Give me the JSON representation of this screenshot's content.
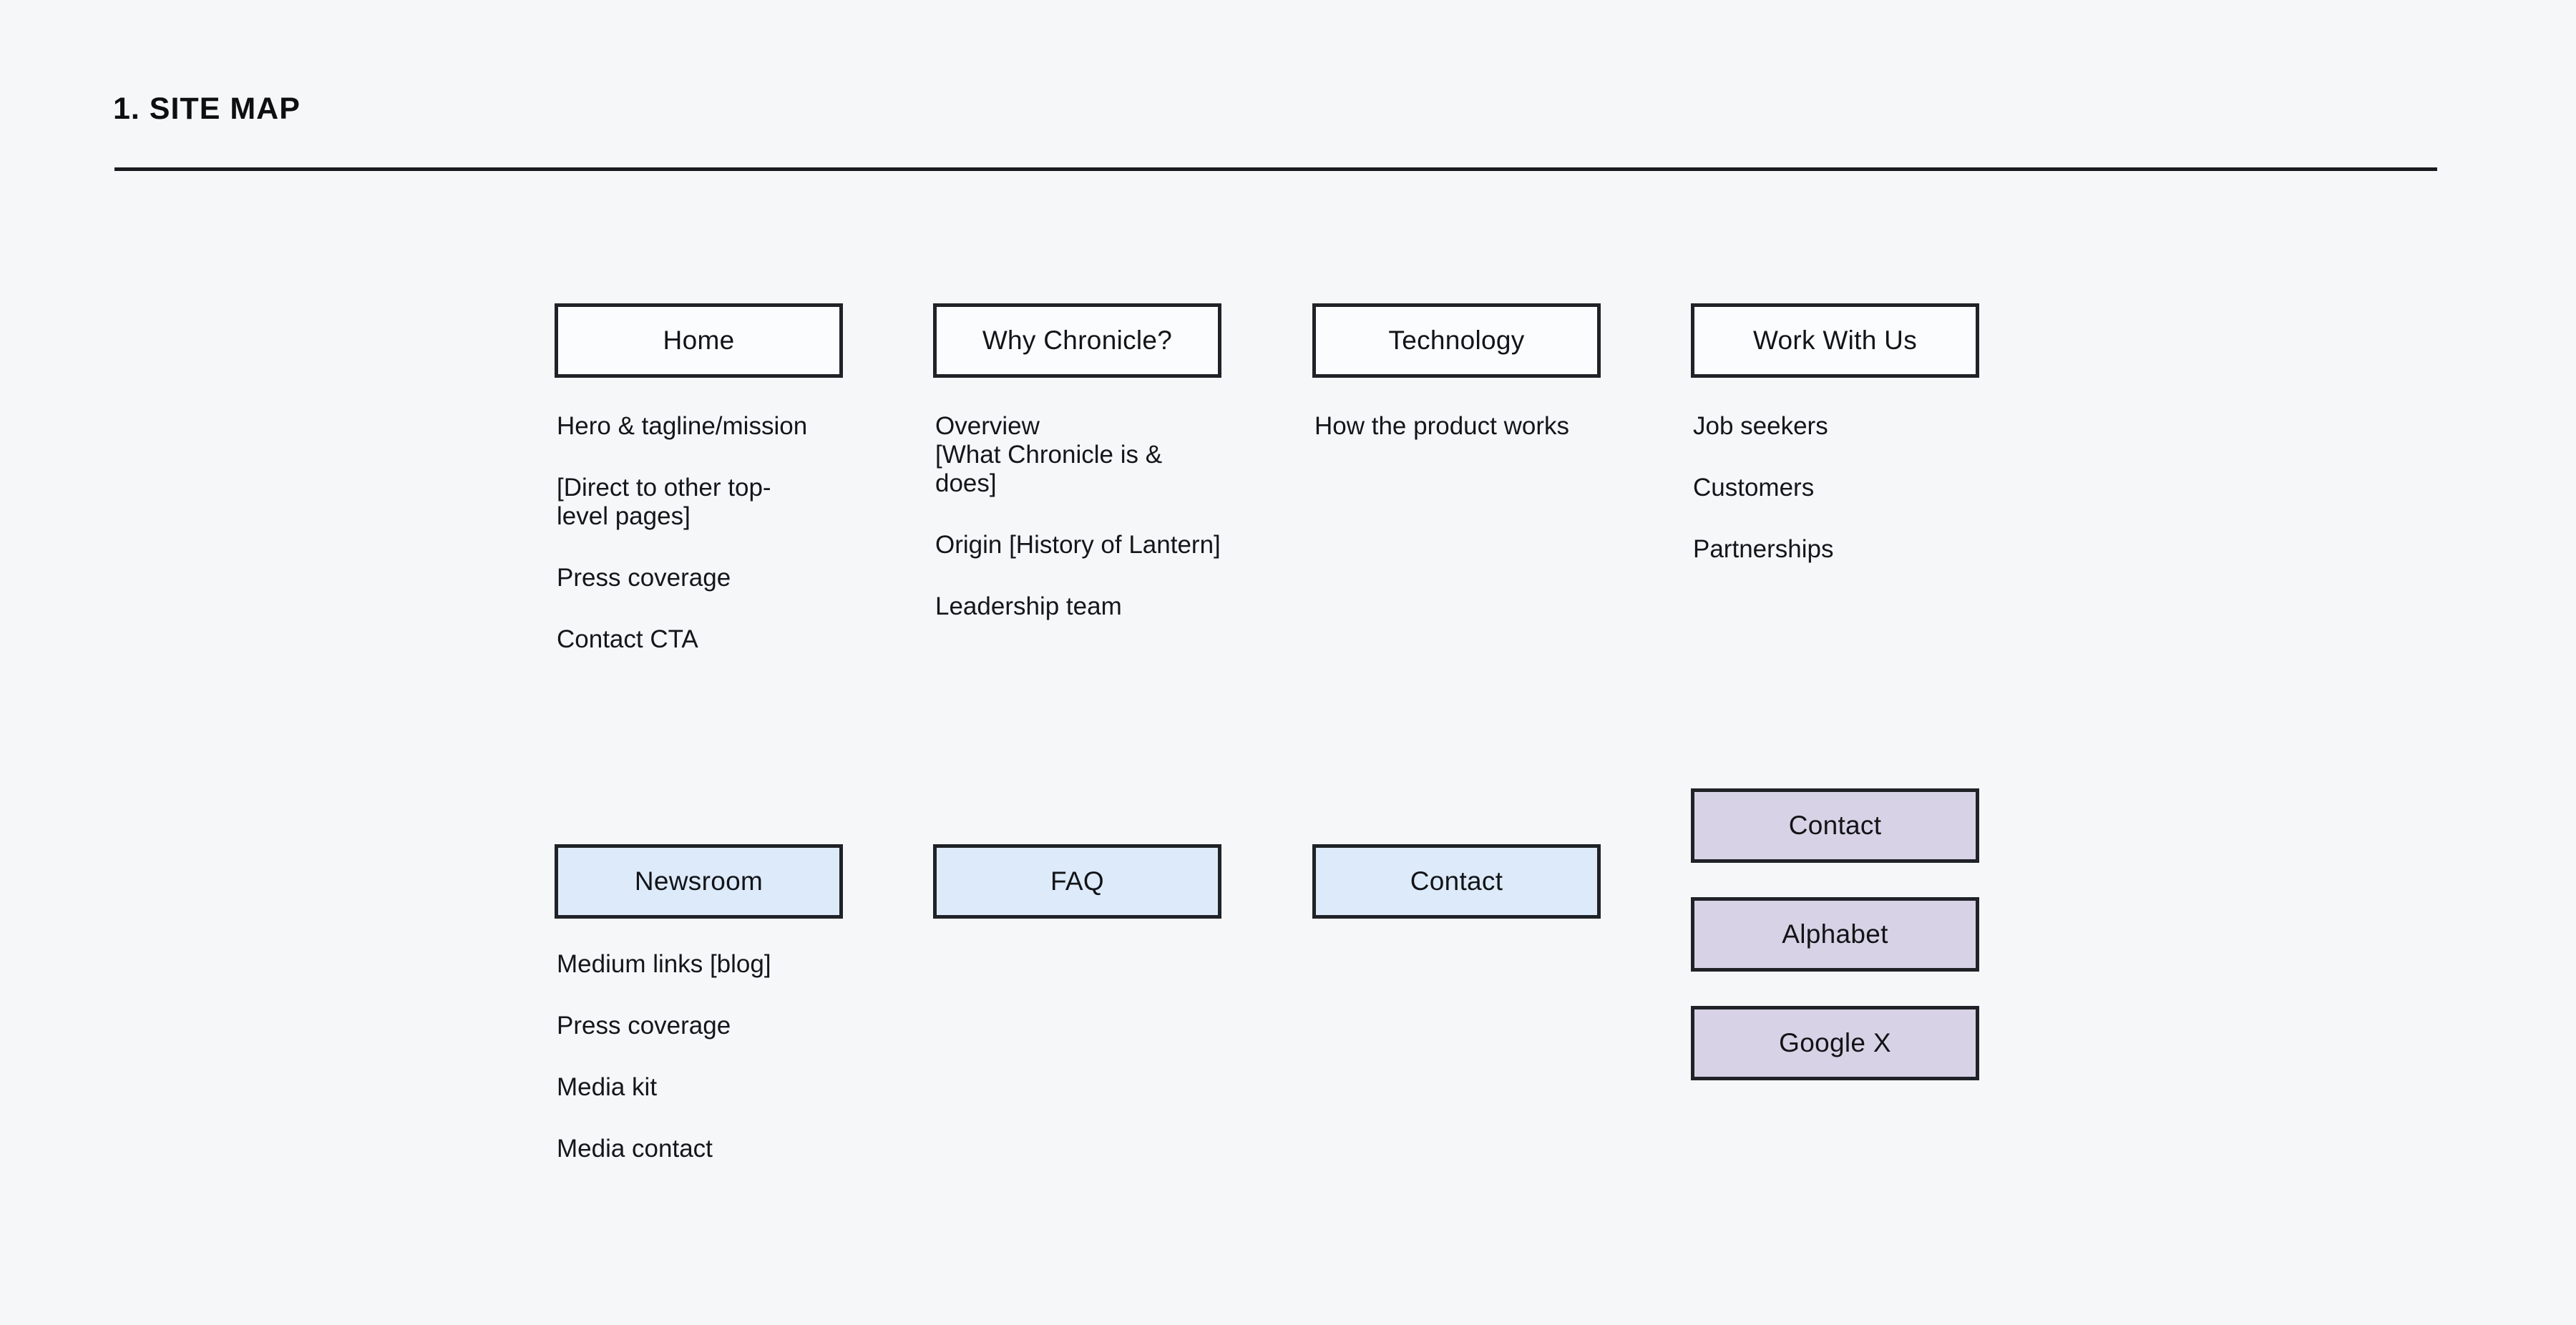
{
  "page": {
    "title": "1. SITE MAP"
  },
  "colors": {
    "background": "#f6f7f9",
    "node_fill": "#fbfcfe",
    "node_fill_blue": "#ddeafa",
    "node_fill_purple": "#d8d2e6",
    "node_border": "#1f2227",
    "divider": "#191b1e",
    "text": "#141619"
  },
  "sitemap": {
    "top_row": [
      {
        "label": "Home",
        "items": [
          "Hero & tagline/mission",
          "[Direct to other top-\nlevel pages]",
          "Press coverage",
          "Contact CTA"
        ]
      },
      {
        "label": "Why Chronicle?",
        "items": [
          "Overview\n[What Chronicle is & does]",
          "Origin [History of Lantern]",
          "Leadership team"
        ]
      },
      {
        "label": "Technology",
        "items": [
          "How the product works"
        ]
      },
      {
        "label": "Work With Us",
        "items": [
          "Job seekers",
          "Customers",
          "Partnerships"
        ]
      }
    ],
    "bottom_row": [
      {
        "label": "Newsroom",
        "items": [
          "Medium links [blog]",
          "Press coverage",
          "Media kit",
          "Media contact"
        ]
      },
      {
        "label": "FAQ",
        "items": []
      },
      {
        "label": "Contact",
        "items": []
      }
    ],
    "external_boxes": [
      {
        "label": "Contact"
      },
      {
        "label": "Alphabet"
      },
      {
        "label": "Google X"
      }
    ]
  }
}
